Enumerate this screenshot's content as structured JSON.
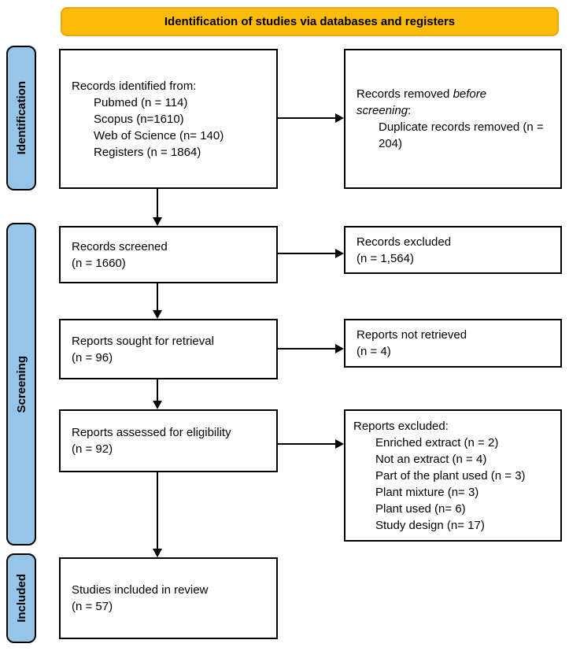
{
  "banner": {
    "label": "Identification of studies via databases and registers"
  },
  "stages": [
    {
      "label": "Identification"
    },
    {
      "label": "Screening"
    },
    {
      "label": "Included"
    }
  ],
  "boxes": {
    "identified": {
      "title": "Records identified from:",
      "items": [
        "Pubmed (n = 114)",
        "Scopus (n=1610)",
        "Web of Science (n= 140)",
        "Registers (n = 1864)"
      ]
    },
    "removed": {
      "title_plain": "Records removed ",
      "title_italic": "before screening",
      "title_colon": ":",
      "items": [
        "Duplicate records removed (n = 204)"
      ]
    },
    "screened": {
      "label": "Records screened",
      "count": "(n = 1660)"
    },
    "records_excluded": {
      "label": "Records excluded",
      "count": "(n = 1,564)"
    },
    "sought": {
      "label": "Reports sought for retrieval",
      "count": "(n = 96)"
    },
    "not_retrieved": {
      "label": "Reports not retrieved",
      "count": "(n = 4)"
    },
    "assessed": {
      "label": "Reports assessed for eligibility",
      "count": "(n = 92)"
    },
    "reports_excluded": {
      "title": "Reports excluded:",
      "items": [
        "Enriched extract (n = 2)",
        "Not an extract (n = 4)",
        "Part of the plant used (n = 3)",
        "Plant mixture (n= 3)",
        "Plant used (n= 6)",
        "Study design (n= 17)"
      ]
    },
    "included": {
      "label": "Studies included in review",
      "count": "(n = 57)"
    }
  },
  "colors": {
    "banner_fill": "#FCBA0B",
    "banner_border": "#E8A70A",
    "stage_fill": "#95C6E9",
    "line": "#000000"
  }
}
